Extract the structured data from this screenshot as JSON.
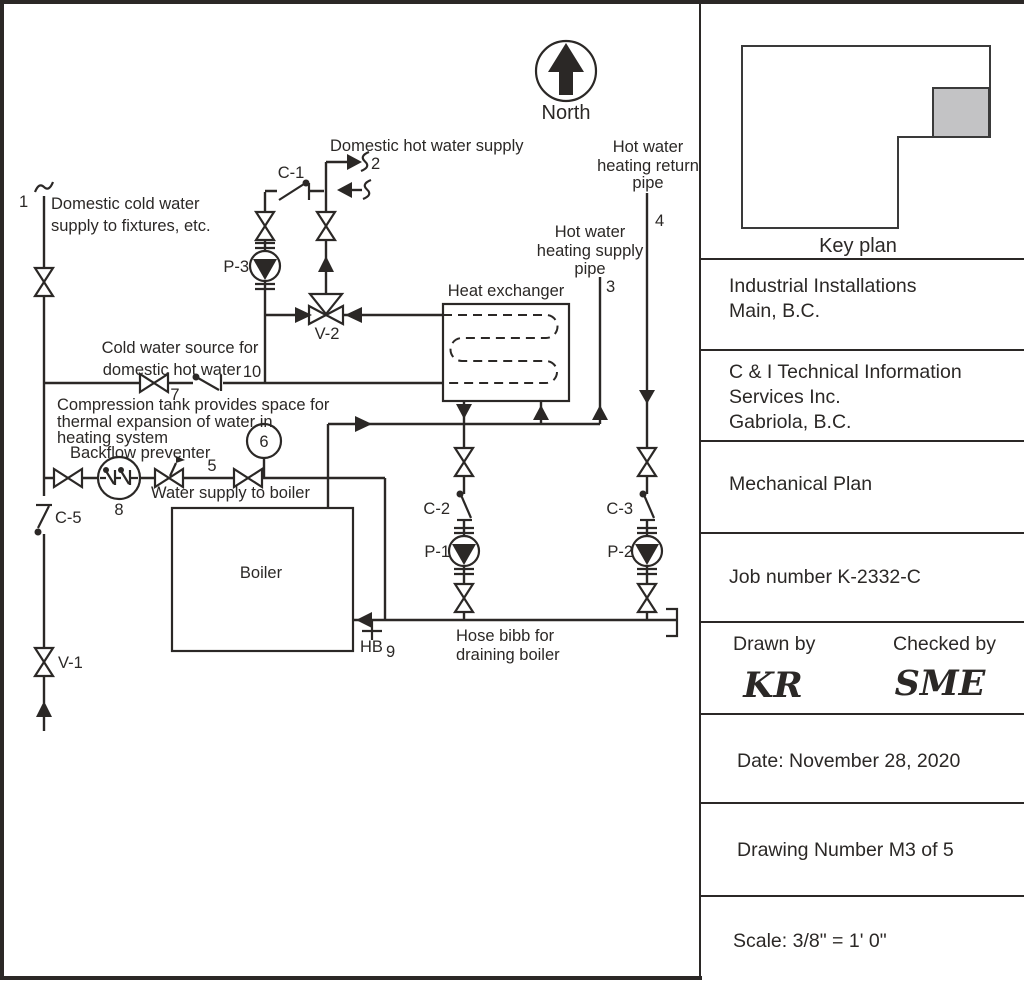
{
  "colors": {
    "ink": "#2b2826",
    "key_plan_gray": "#c3c3c5",
    "background": "#ffffff"
  },
  "diagram": {
    "north": "North",
    "labels": {
      "dhw_supply": "Domestic hot water supply",
      "hw_return": [
        "Hot water",
        "heating return",
        "pipe"
      ],
      "hw_supply": [
        "Hot water",
        "heating supply",
        "pipe"
      ],
      "heat_exchanger": "Heat exchanger",
      "dcw": [
        "Domestic cold water",
        "supply to fixtures, etc."
      ],
      "cold_source": [
        "Cold water source for",
        "domestic hot water"
      ],
      "compression": [
        "Compression tank provides space for",
        "thermal expansion of water in",
        "heating system"
      ],
      "backflow": "Backflow preventer",
      "water_supply": "Water supply to boiler",
      "boiler": "Boiler",
      "hose_bibb": [
        "Hose bibb for",
        "draining boiler"
      ]
    },
    "tags": {
      "n1": "1",
      "n2": "2",
      "n3": "3",
      "n4": "4",
      "n5": "5",
      "n6": "6",
      "n7": "7",
      "n8": "8",
      "n9": "9",
      "n10": "10",
      "hb": "HB"
    },
    "equipment": {
      "c1": "C-1",
      "c2": "C-2",
      "c3": "C-3",
      "c5": "C-5",
      "p1": "P-1",
      "p2": "P-2",
      "p3": "P-3",
      "v1": "V-1",
      "v2": "V-2"
    }
  },
  "title_block": {
    "key_plan": "Key plan",
    "project": [
      "Industrial Installations",
      "Main, B.C."
    ],
    "company": [
      "C & I Technical Information",
      "Services Inc.",
      "Gabriola, B.C."
    ],
    "plan_title": "Mechanical Plan",
    "job_number": "Job number K-2332-C",
    "drawn_by_label": "Drawn by",
    "checked_by_label": "Checked by",
    "drawn_by": "KR",
    "checked_by": "SME",
    "date": "Date: November 28, 2020",
    "drawing_number": "Drawing Number M3 of 5",
    "scale": "Scale: 3/8\" = 1' 0\""
  }
}
